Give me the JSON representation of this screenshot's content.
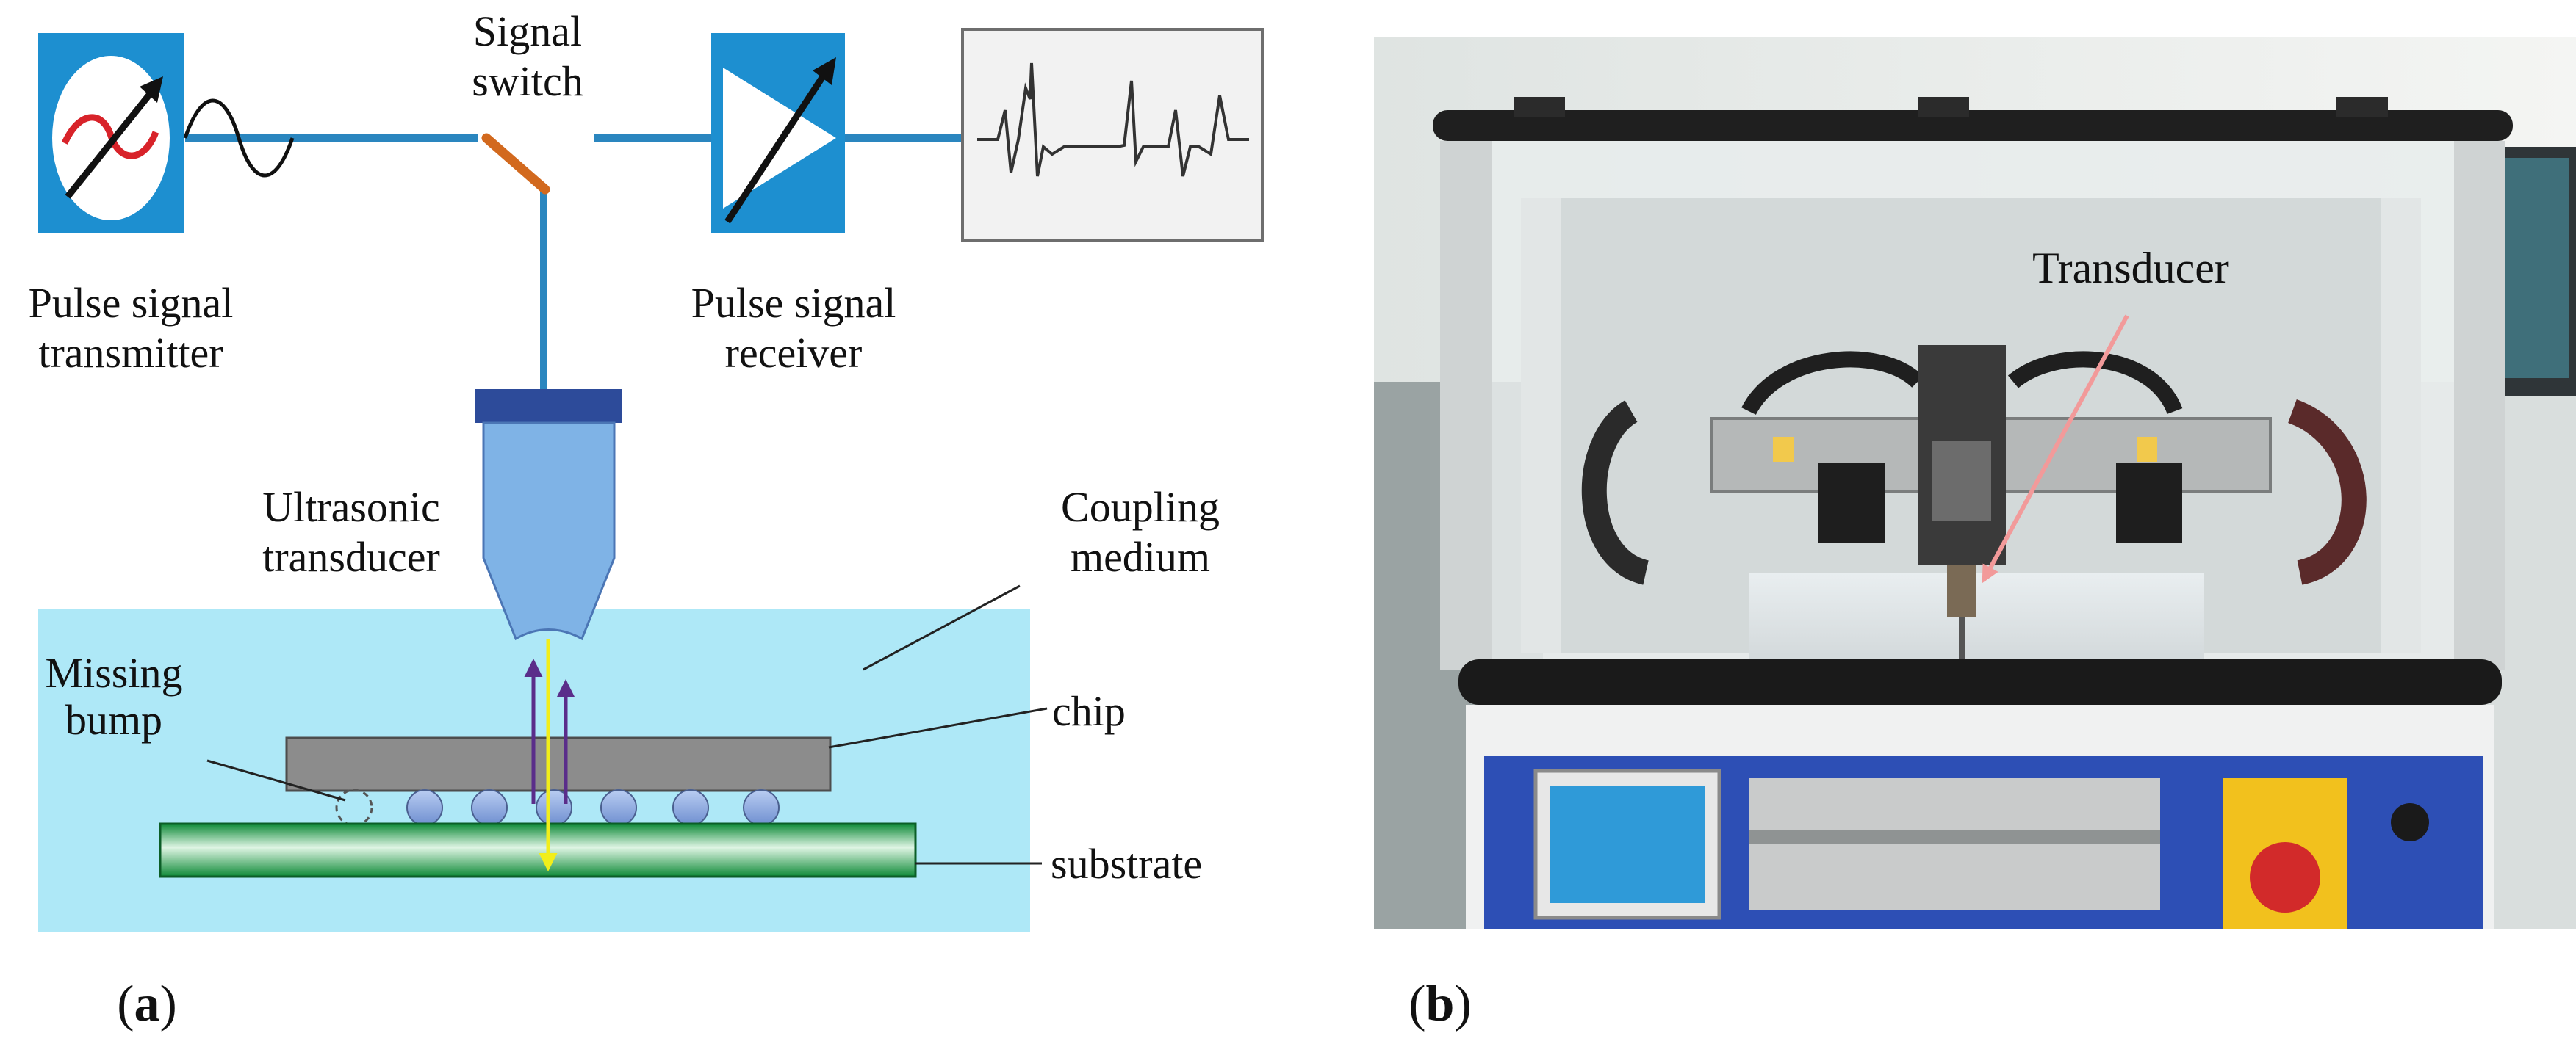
{
  "panel_a": {
    "label_open": "(",
    "label_letter": "a",
    "label_close": ")",
    "pulse_transmitter": [
      "Pulse signal",
      "transmitter"
    ],
    "signal_switch": [
      "Signal",
      "switch"
    ],
    "pulse_receiver": [
      "Pulse signal",
      "receiver"
    ],
    "ultrasonic_transducer": [
      "Ultrasonic",
      "transducer"
    ],
    "coupling_medium": [
      "Coupling",
      "medium"
    ],
    "missing_bump": [
      "Missing",
      "bump"
    ],
    "chip": "chip",
    "substrate": "substrate"
  },
  "panel_b": {
    "label_open": "(",
    "label_letter": "b",
    "label_close": ")",
    "transducer_label": "Transducer"
  },
  "colors": {
    "box_blue": "#1d8fd0",
    "line_blue": "#2a86bf",
    "switch_orange": "#d2691e",
    "medium_cyan": "#aee8f7",
    "transducer_blue": "#7fb3e6",
    "cap_navy": "#2d4b9a",
    "chip_gray": "#8c8c8c",
    "substrate_green": "#1aa84a",
    "bump_blue": "#8aa9e0",
    "arrow_yellow": "#f2ee1a",
    "arrow_purple": "#5a2d8a",
    "pointer_pink": "#f29a9a"
  }
}
